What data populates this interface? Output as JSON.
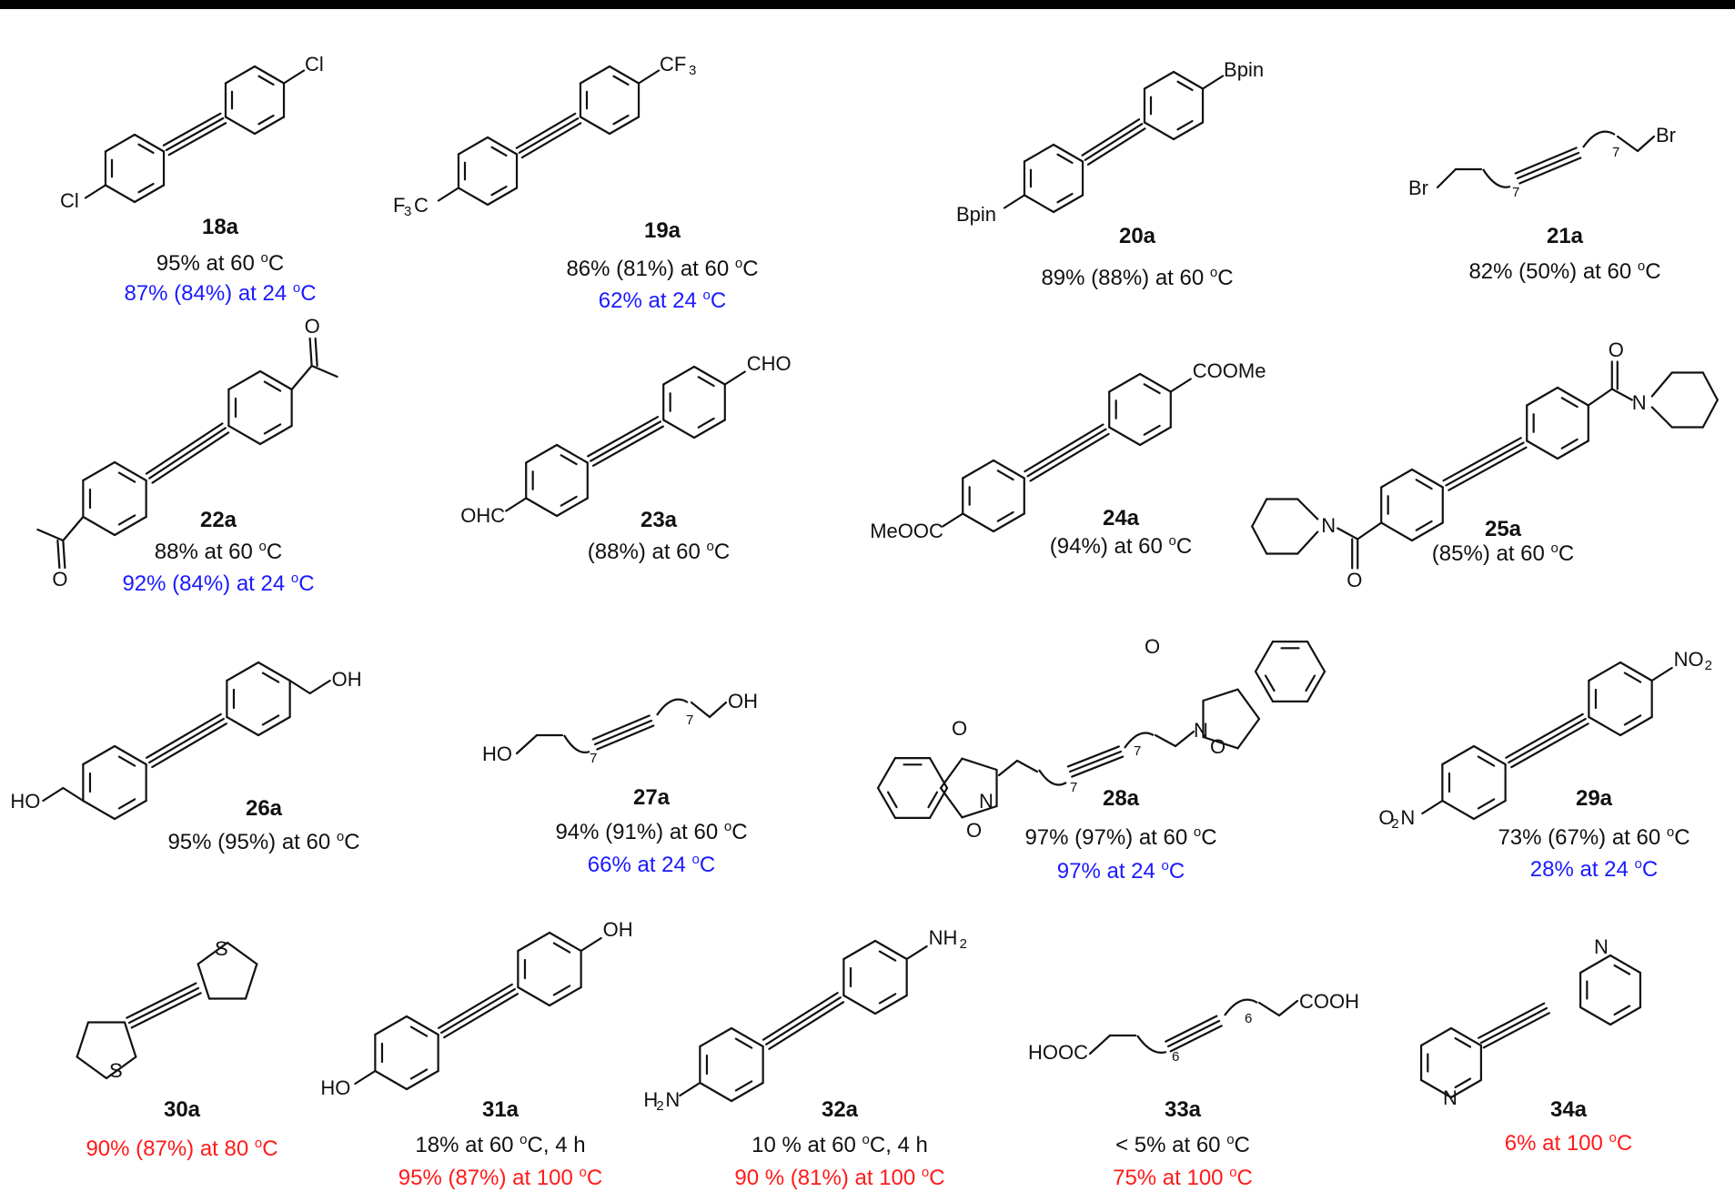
{
  "colors": {
    "rt": "#1a1aff",
    "high_temp": "#ff1a1a",
    "default": "#111111"
  },
  "compounds": [
    {
      "id": "18a",
      "substituents": [
        "Cl",
        "Cl"
      ],
      "lines": [
        {
          "text": "95% at 60 ",
          "deg": "o",
          "unit": "C",
          "tail": "",
          "color": "black"
        },
        {
          "text": "87% (84%) at 24 ",
          "deg": "o",
          "unit": "C",
          "tail": "",
          "color": "blue"
        }
      ]
    },
    {
      "id": "19a",
      "substituents": [
        "CF",
        "3",
        "F",
        "3",
        "C"
      ],
      "lines": [
        {
          "text": "86% (81%) at 60 ",
          "deg": "o",
          "unit": "C",
          "tail": "",
          "color": "black"
        },
        {
          "text": "62% at 24 ",
          "deg": "o",
          "unit": "C",
          "tail": "",
          "color": "blue"
        }
      ]
    },
    {
      "id": "20a",
      "substituents": [
        "Bpin",
        "Bpin"
      ],
      "lines": [
        {
          "text": "89% (88%) at 60 ",
          "deg": "o",
          "unit": "C",
          "tail": "",
          "color": "black"
        }
      ]
    },
    {
      "id": "21a",
      "substituents": [
        "Br",
        "Br",
        "7",
        "7"
      ],
      "lines": [
        {
          "text": "82% (50%) at 60 ",
          "deg": "o",
          "unit": "C",
          "tail": "",
          "color": "black"
        }
      ]
    },
    {
      "id": "22a",
      "substituents": [
        "O",
        "O"
      ],
      "lines": [
        {
          "text": "88% at 60 ",
          "deg": "o",
          "unit": "C",
          "tail": "",
          "color": "black"
        },
        {
          "text": "92% (84%) at 24 ",
          "deg": "o",
          "unit": "C",
          "tail": "",
          "color": "blue"
        }
      ]
    },
    {
      "id": "23a",
      "substituents": [
        "CHO",
        "OHC"
      ],
      "lines": [
        {
          "text": "(88%) at 60 ",
          "deg": "o",
          "unit": "C",
          "tail": "",
          "color": "black"
        }
      ]
    },
    {
      "id": "24a",
      "substituents": [
        "COOMe",
        "MeOOC"
      ],
      "lines": [
        {
          "text": "(94%) at 60 ",
          "deg": "o",
          "unit": "C",
          "tail": "",
          "color": "black"
        }
      ]
    },
    {
      "id": "25a",
      "substituents": [
        "O",
        "N",
        "N",
        "O"
      ],
      "lines": [
        {
          "text": "(85%) at 60 ",
          "deg": "o",
          "unit": "C",
          "tail": "",
          "color": "black"
        }
      ]
    },
    {
      "id": "26a",
      "substituents": [
        "OH",
        "HO"
      ],
      "lines": [
        {
          "text": "95% (95%) at 60 ",
          "deg": "o",
          "unit": "C",
          "tail": "",
          "color": "black"
        }
      ]
    },
    {
      "id": "27a",
      "substituents": [
        "OH",
        "HO",
        "7",
        "7"
      ],
      "lines": [
        {
          "text": "94% (91%) at 60 ",
          "deg": "o",
          "unit": "C",
          "tail": "",
          "color": "black"
        },
        {
          "text": "66% at 24 ",
          "deg": "o",
          "unit": "C",
          "tail": "",
          "color": "blue"
        }
      ]
    },
    {
      "id": "28a",
      "substituents": [
        "O",
        "O",
        "N",
        "O",
        "O",
        "N",
        "7",
        "7"
      ],
      "lines": [
        {
          "text": "97% (97%) at 60 ",
          "deg": "o",
          "unit": "C",
          "tail": "",
          "color": "black"
        },
        {
          "text": "97% at 24 ",
          "deg": "o",
          "unit": "C",
          "tail": "",
          "color": "blue"
        }
      ]
    },
    {
      "id": "29a",
      "substituents": [
        "NO",
        "2",
        "O",
        "2",
        "N"
      ],
      "lines": [
        {
          "text": "73% (67%) at 60 ",
          "deg": "o",
          "unit": "C",
          "tail": "",
          "color": "black"
        },
        {
          "text": "28% at 24 ",
          "deg": "o",
          "unit": "C",
          "tail": "",
          "color": "blue"
        }
      ]
    },
    {
      "id": "30a",
      "substituents": [
        "S",
        "S"
      ],
      "lines": [
        {
          "text": "90% (87%) at 80 ",
          "deg": "o",
          "unit": "C",
          "tail": "",
          "color": "red"
        }
      ]
    },
    {
      "id": "31a",
      "substituents": [
        "OH",
        "HO"
      ],
      "lines": [
        {
          "text": "18% at 60 ",
          "deg": "o",
          "unit": "C",
          "tail": ", 4 h",
          "color": "black"
        },
        {
          "text": "95% (87%) at 100 ",
          "deg": "o",
          "unit": "C",
          "tail": "",
          "color": "red"
        }
      ]
    },
    {
      "id": "32a",
      "substituents": [
        "NH",
        "2",
        "H",
        "2",
        "N"
      ],
      "lines": [
        {
          "text": "10 % at 60 ",
          "deg": "o",
          "unit": "C",
          "tail": ", 4 h",
          "color": "black"
        },
        {
          "text": "90 % (81%) at 100 ",
          "deg": "o",
          "unit": "C",
          "tail": "",
          "color": "red"
        }
      ]
    },
    {
      "id": "33a",
      "substituents": [
        "COOH",
        "HOOC",
        "6",
        "6"
      ],
      "lines": [
        {
          "text": "< 5% at 60 ",
          "deg": "o",
          "unit": "C",
          "tail": "",
          "color": "black"
        },
        {
          "text": "75% at 100 ",
          "deg": "o",
          "unit": "C",
          "tail": "",
          "color": "red"
        }
      ]
    },
    {
      "id": "34a",
      "substituents": [
        "N",
        "N"
      ],
      "lines": [
        {
          "text": "6% at 100 ",
          "deg": "o",
          "unit": "C",
          "tail": "",
          "color": "red"
        }
      ]
    }
  ]
}
